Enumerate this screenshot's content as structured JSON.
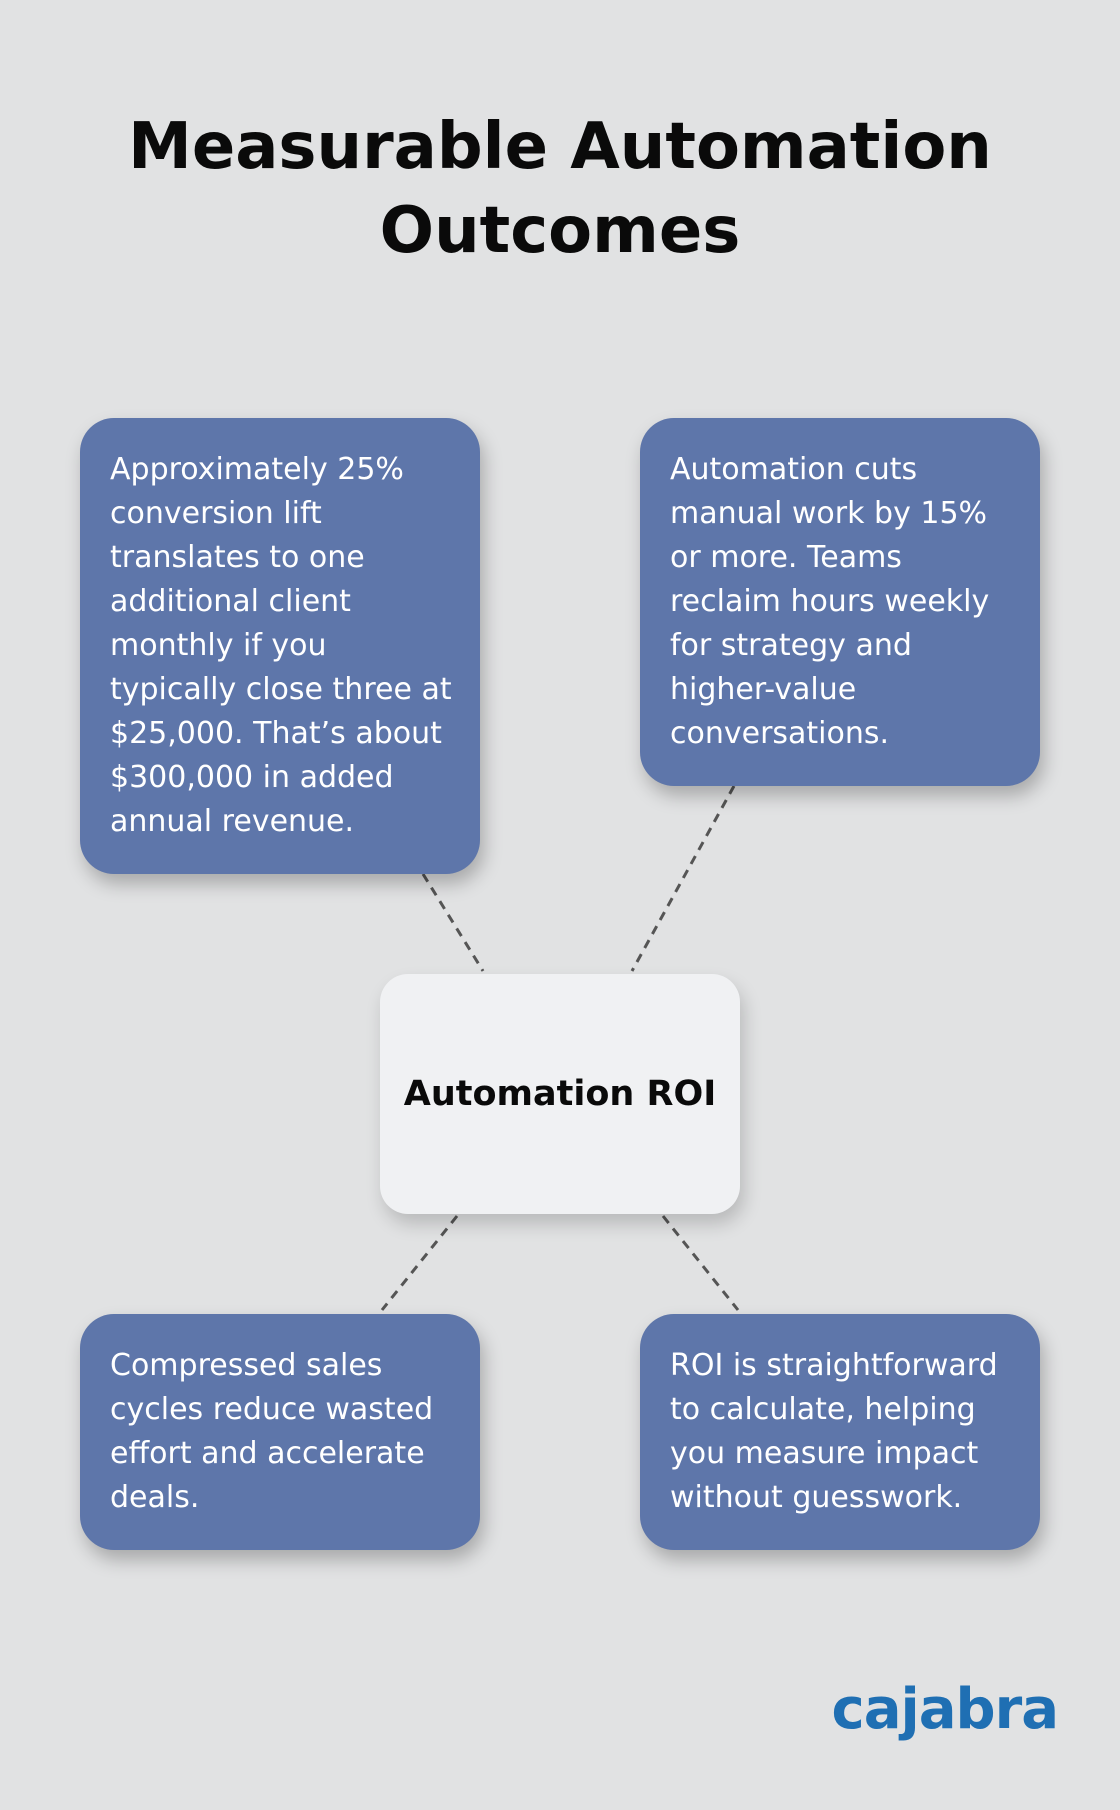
{
  "title": {
    "line1": "Measurable Automation",
    "line2": "Outcomes"
  },
  "center": {
    "label": "Automation ROI"
  },
  "cards": {
    "top_left": "Approximately 25% conversion lift translates to one additional client monthly if you typically close three at $25,000. That’s about $300,000 in added annual revenue.",
    "top_right": "Automation cuts manual work by 15% or more. Teams reclaim hours weekly for strategy and higher-value conversations.",
    "bottom_left": "Compressed sales cycles reduce wasted effort and accelerate deals.",
    "bottom_right": "ROI is straightforward to calculate, helping you measure impact without guesswork."
  },
  "logo": {
    "text": "cajabra",
    "color": "#1f6fb3"
  },
  "colors": {
    "background": "#e1e2e3",
    "card": "#5e76aa",
    "center_box": "#f0f1f3",
    "connector": "#555555"
  }
}
